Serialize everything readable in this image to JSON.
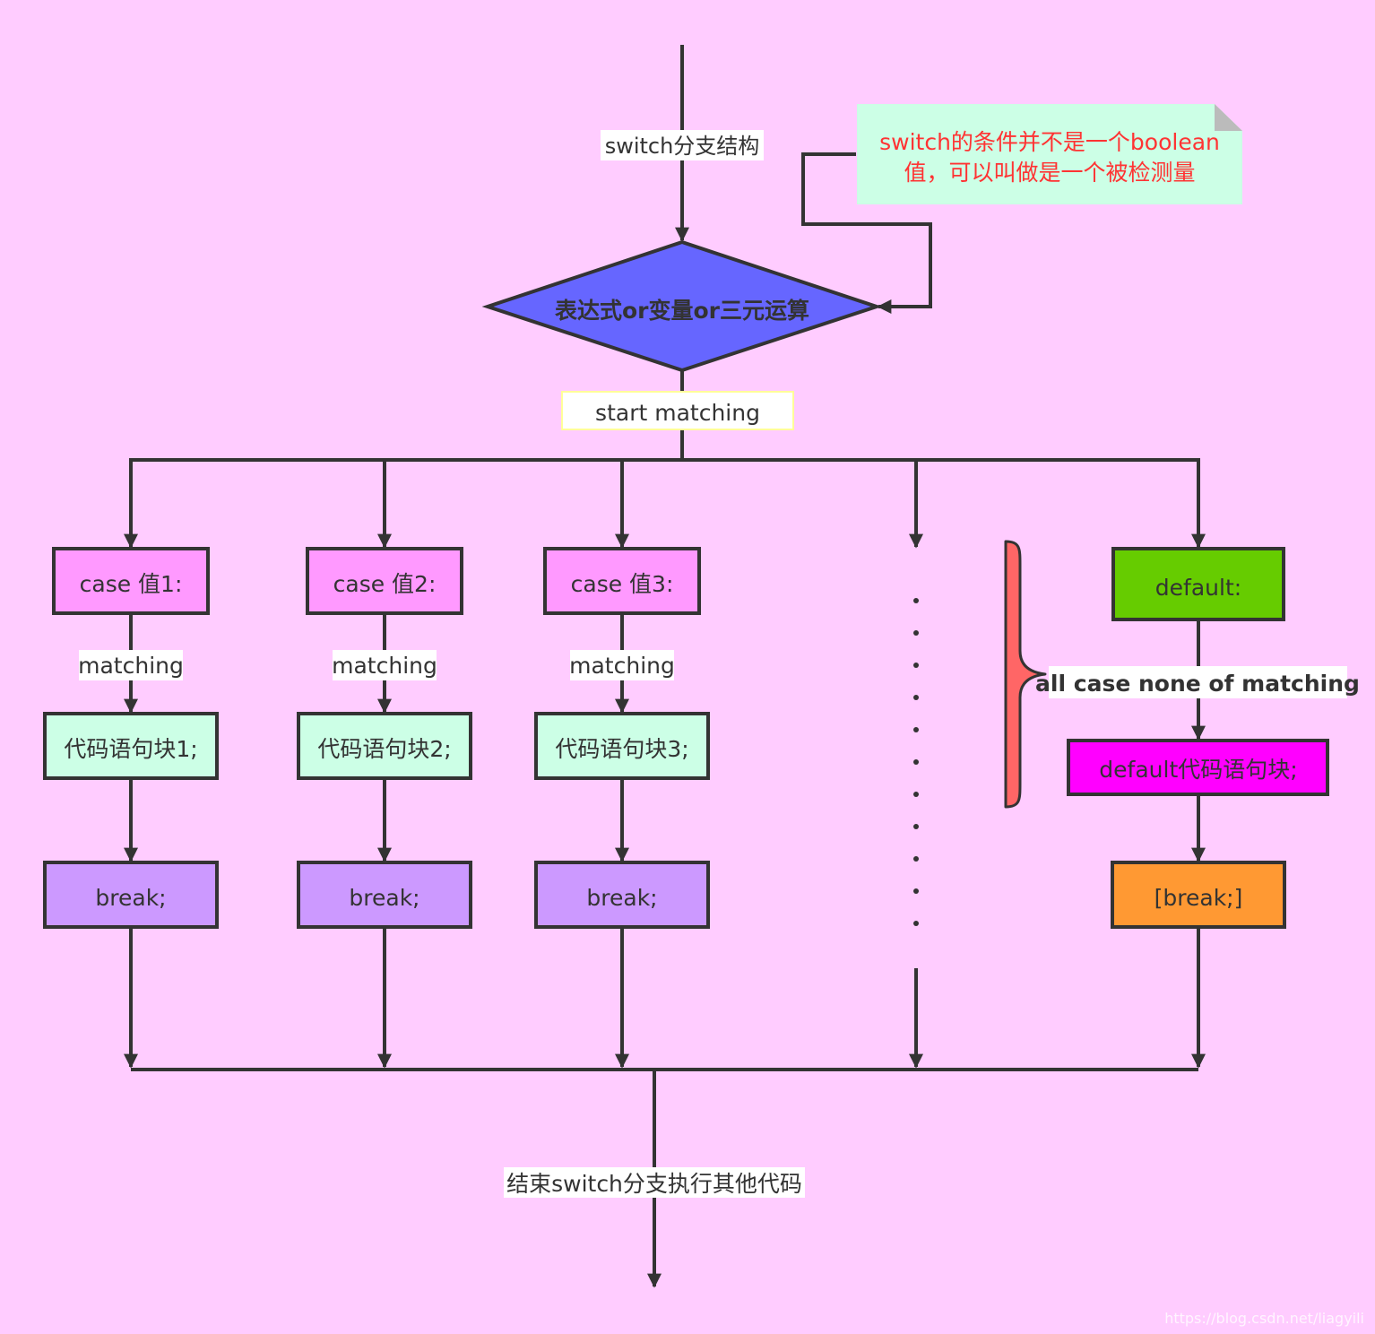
{
  "labels": {
    "top": "switch分支结构",
    "note_line1": "switch的条件并不是一个boolean",
    "note_line2": "值，可以叫做是一个被检测量",
    "diamond": "表达式or变量or三元运算",
    "start": "start matching",
    "matching": "matching",
    "none_match": "all case none of matching",
    "end": "结束switch分支执行其他代码",
    "watermark": "https://blog.csdn.net/liagyili"
  },
  "cases": [
    {
      "case": "case 值1:",
      "block": "代码语句块1;",
      "brk": "break;"
    },
    {
      "case": "case 值2:",
      "block": "代码语句块2;",
      "brk": "break;"
    },
    {
      "case": "case 值3:",
      "block": "代码语句块3;",
      "brk": "break;"
    }
  ],
  "default": {
    "label": "default:",
    "block": "default代码语句块;",
    "brk": "[break;]"
  },
  "colors": {
    "background": "#ffccff",
    "line": "#333333",
    "diamond": "#6666ff",
    "case_box": "#ff99ff",
    "block_box": "#ccffe6",
    "break_box": "#cc99ff",
    "default_box": "#66cc00",
    "default_block": "#ff00ff",
    "default_break": "#ff9933",
    "note_bg": "#ccffe6",
    "note_text": "#ff3333",
    "brace": "#ff6666",
    "start_bg": "#ffffff",
    "start_border": "#ffff99"
  }
}
